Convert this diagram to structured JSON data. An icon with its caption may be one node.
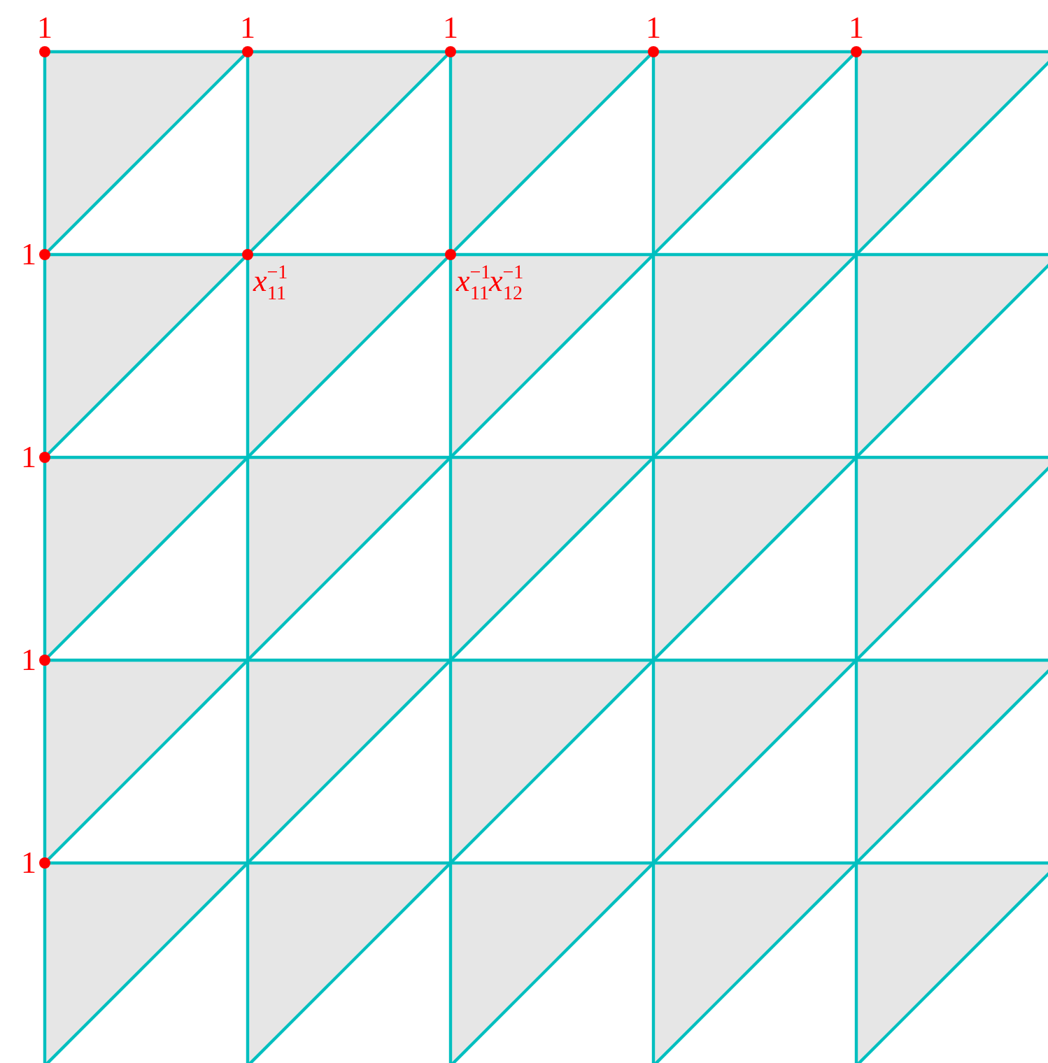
{
  "diagram": {
    "labels": [
      "1",
      "1",
      "1",
      "1",
      "1",
      "1",
      "*x*$^{−1}$$_{11}$",
      "*x*$^{−1}$$_{11}$*x*$^{−1}$$_{12}$",
      "1",
      "1",
      "1"
    ]
  }
}
